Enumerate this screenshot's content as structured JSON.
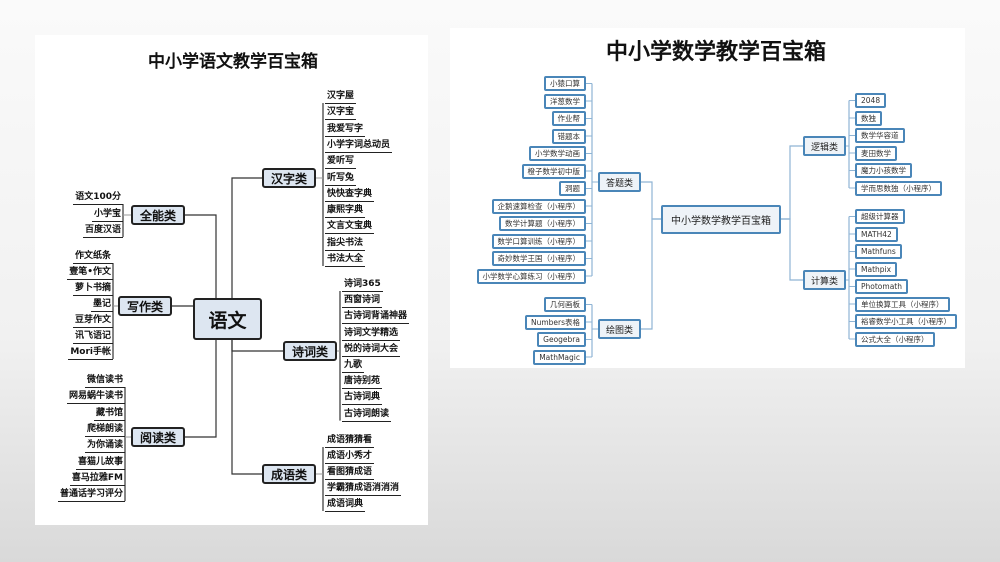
{
  "left_map": {
    "title": "中小学语文教学百宝箱",
    "center": "语文",
    "categories": [
      {
        "label": "全能类",
        "items": [
          "语文100分",
          "小学宝",
          "百度汉语"
        ]
      },
      {
        "label": "写作类",
        "items": [
          "作文纸条",
          "壹笔•作文",
          "萝卜书摘",
          "墨记",
          "豆芽作文",
          "讯飞语记",
          "Mori手帐"
        ]
      },
      {
        "label": "阅读类",
        "items": [
          "微信读书",
          "网易蜗牛读书",
          "藏书馆",
          "爬梯朗读",
          "为你诵读",
          "喜猫儿故事",
          "喜马拉雅FM",
          "普通话学习评分"
        ]
      },
      {
        "label": "汉字类",
        "items": [
          "汉字屋",
          "汉字宝",
          "我爱写字",
          "小学字词总动员",
          "爱听写",
          "听写兔",
          "快快查字典",
          "康熙字典",
          "文言文宝典",
          "指尖书法",
          "书法大全"
        ]
      },
      {
        "label": "诗词类",
        "items": [
          "诗词365",
          "西窗诗词",
          "古诗词背诵神器",
          "诗词文学精选",
          "悦的诗词大会",
          "九歌",
          "唐诗别苑",
          "古诗词典",
          "古诗词朗读"
        ]
      },
      {
        "label": "成语类",
        "items": [
          "成语猜猜看",
          "成语小秀才",
          "看图猜成语",
          "学霸猜成语消消消",
          "成语词典"
        ]
      }
    ]
  },
  "right_map": {
    "title": "中小学数学教学百宝箱",
    "center": "中小学数学教学百宝箱",
    "categories": [
      {
        "label": "答题类",
        "items": [
          "小猿口算",
          "洋葱数学",
          "作业帮",
          "错题本",
          "小学数学动画",
          "橙子数学初中版",
          "洞题",
          "企鹅速算检查（小程序）",
          "数学计算题（小程序）",
          "数学口算训练（小程序）",
          "奇妙数学王国（小程序）",
          "小学数学心算练习（小程序）"
        ]
      },
      {
        "label": "绘图类",
        "items": [
          "几何画板",
          "Numbers表格",
          "Geogebra",
          "MathMagic"
        ]
      },
      {
        "label": "逻辑类",
        "items": [
          "2048",
          "数独",
          "数学华容道",
          "麦田数学",
          "魔力小孩数学",
          "学而思数独（小程序）"
        ]
      },
      {
        "label": "计算类",
        "items": [
          "超级计算器",
          "MATH42",
          "Mathfuns",
          "Mathpix",
          "Photomath",
          "单位换算工具（小程序）",
          "裕睿数学小工具（小程序）",
          "公式大全（小程序）"
        ]
      }
    ]
  }
}
